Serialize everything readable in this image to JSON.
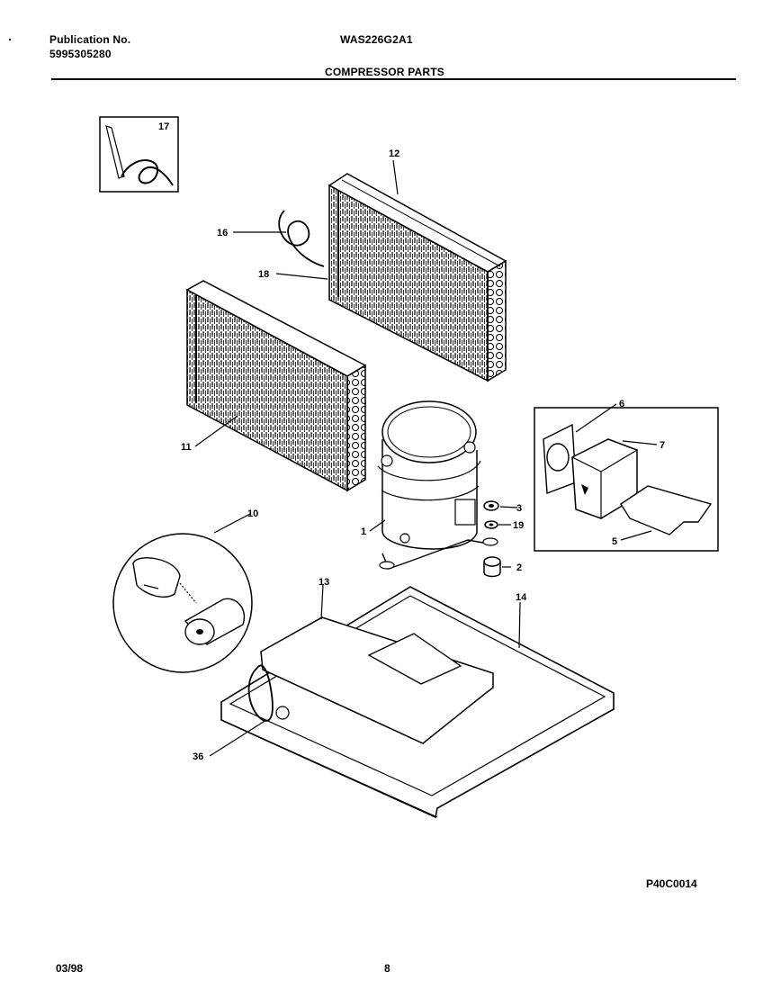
{
  "header": {
    "publication_label": "Publication No.",
    "publication_number": "5995305280",
    "model": "WAS226G2A1",
    "section_title": "COMPRESSOR PARTS"
  },
  "callouts": {
    "c1": "1",
    "c2": "2",
    "c3": "3",
    "c5": "5",
    "c6": "6",
    "c7": "7",
    "c10": "10",
    "c11": "11",
    "c12": "12",
    "c13": "13",
    "c14": "14",
    "c16": "16",
    "c17": "17",
    "c18": "18",
    "c19": "19",
    "c36": "36"
  },
  "footer": {
    "drawing_code": "P40C0014",
    "date": "03/98",
    "page_number": "8"
  }
}
